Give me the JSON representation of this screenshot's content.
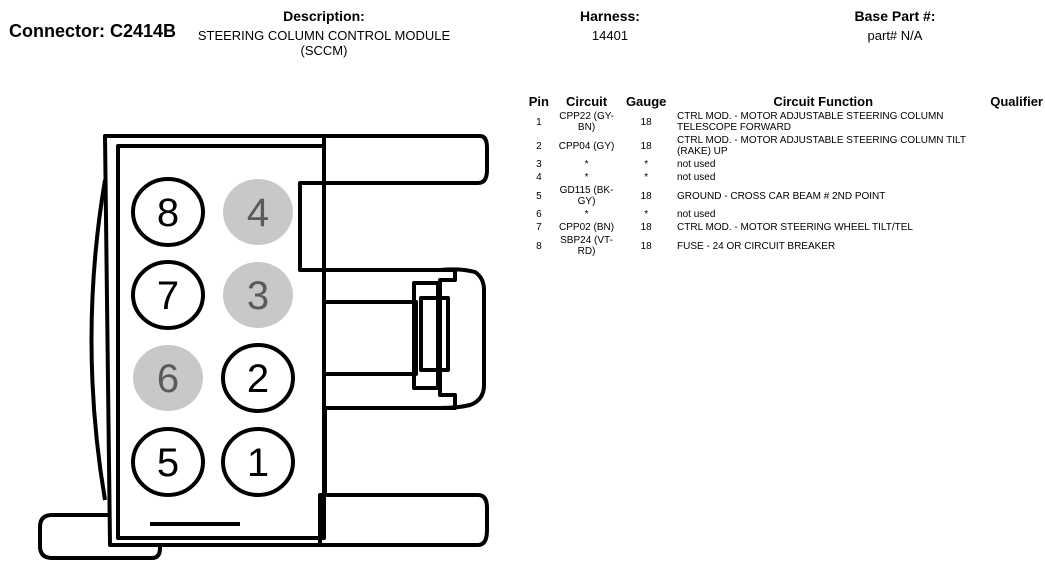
{
  "header": {
    "connector_label": "Connector: C2414B",
    "description_label": "Description:",
    "description_value": "STEERING COLUMN CONTROL MODULE (SCCM)",
    "harness_label": "Harness:",
    "harness_value": "14401",
    "base_part_label": "Base Part #:",
    "base_part_value": "part# N/A"
  },
  "table": {
    "columns": [
      "Pin",
      "Circuit",
      "Gauge",
      "Circuit Function",
      "Qualifier"
    ],
    "rows": [
      {
        "pin": "1",
        "circuit": "CPP22 (GY-BN)",
        "gauge": "18",
        "function": "CTRL MOD. - MOTOR ADJUSTABLE STEERING COLUMN TELESCOPE FORWARD",
        "qualifier": ""
      },
      {
        "pin": "2",
        "circuit": "CPP04 (GY)",
        "gauge": "18",
        "function": "CTRL MOD. - MOTOR ADJUSTABLE STEERING COLUMN TILT (RAKE) UP",
        "qualifier": ""
      },
      {
        "pin": "3",
        "circuit": "*",
        "gauge": "*",
        "function": "not used",
        "qualifier": ""
      },
      {
        "pin": "4",
        "circuit": "*",
        "gauge": "*",
        "function": "not used",
        "qualifier": ""
      },
      {
        "pin": "5",
        "circuit": "GD115 (BK-GY)",
        "gauge": "18",
        "function": "GROUND - CROSS CAR BEAM # 2ND POINT",
        "qualifier": ""
      },
      {
        "pin": "6",
        "circuit": "*",
        "gauge": "*",
        "function": "not used",
        "qualifier": ""
      },
      {
        "pin": "7",
        "circuit": "CPP02 (BN)",
        "gauge": "18",
        "function": "CTRL MOD. - MOTOR STEERING WHEEL TILT/TEL",
        "qualifier": ""
      },
      {
        "pin": "8",
        "circuit": "SBP24 (VT-RD)",
        "gauge": "18",
        "function": "FUSE - 24 OR CIRCUIT BREAKER",
        "qualifier": ""
      }
    ]
  },
  "diagram": {
    "pins": [
      {
        "label": "8",
        "used": true
      },
      {
        "label": "4",
        "used": false
      },
      {
        "label": "7",
        "used": true
      },
      {
        "label": "3",
        "used": false
      },
      {
        "label": "6",
        "used": false
      },
      {
        "label": "2",
        "used": true
      },
      {
        "label": "5",
        "used": true
      },
      {
        "label": "1",
        "used": true
      }
    ],
    "unused_fill": "#c8c8c8",
    "unused_text": "#5a5a5a",
    "used_fill": "#ffffff",
    "used_text": "#000000"
  }
}
